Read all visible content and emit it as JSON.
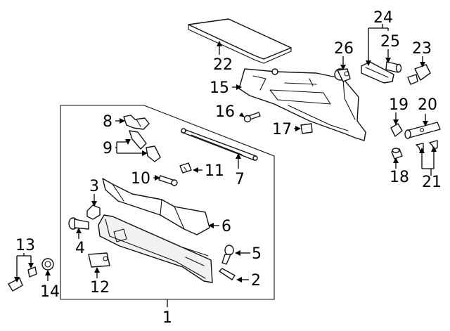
{
  "callouts": [
    {
      "id": "1",
      "label": "1"
    },
    {
      "id": "2",
      "label": "2"
    },
    {
      "id": "3",
      "label": "3"
    },
    {
      "id": "4",
      "label": "4"
    },
    {
      "id": "5",
      "label": "5"
    },
    {
      "id": "6",
      "label": "6"
    },
    {
      "id": "7",
      "label": "7"
    },
    {
      "id": "8",
      "label": "8"
    },
    {
      "id": "9",
      "label": "9"
    },
    {
      "id": "10",
      "label": "10"
    },
    {
      "id": "11",
      "label": "11"
    },
    {
      "id": "12",
      "label": "12"
    },
    {
      "id": "13",
      "label": "13"
    },
    {
      "id": "14",
      "label": "14"
    },
    {
      "id": "15",
      "label": "15"
    },
    {
      "id": "16",
      "label": "16"
    },
    {
      "id": "17",
      "label": "17"
    },
    {
      "id": "18",
      "label": "18"
    },
    {
      "id": "19",
      "label": "19"
    },
    {
      "id": "20",
      "label": "20"
    },
    {
      "id": "21",
      "label": "21"
    },
    {
      "id": "22",
      "label": "22"
    },
    {
      "id": "23",
      "label": "23"
    },
    {
      "id": "24",
      "label": "24"
    },
    {
      "id": "25",
      "label": "25"
    },
    {
      "id": "26",
      "label": "26"
    }
  ],
  "colors": {
    "line": "#111111",
    "background": "#ffffff"
  }
}
